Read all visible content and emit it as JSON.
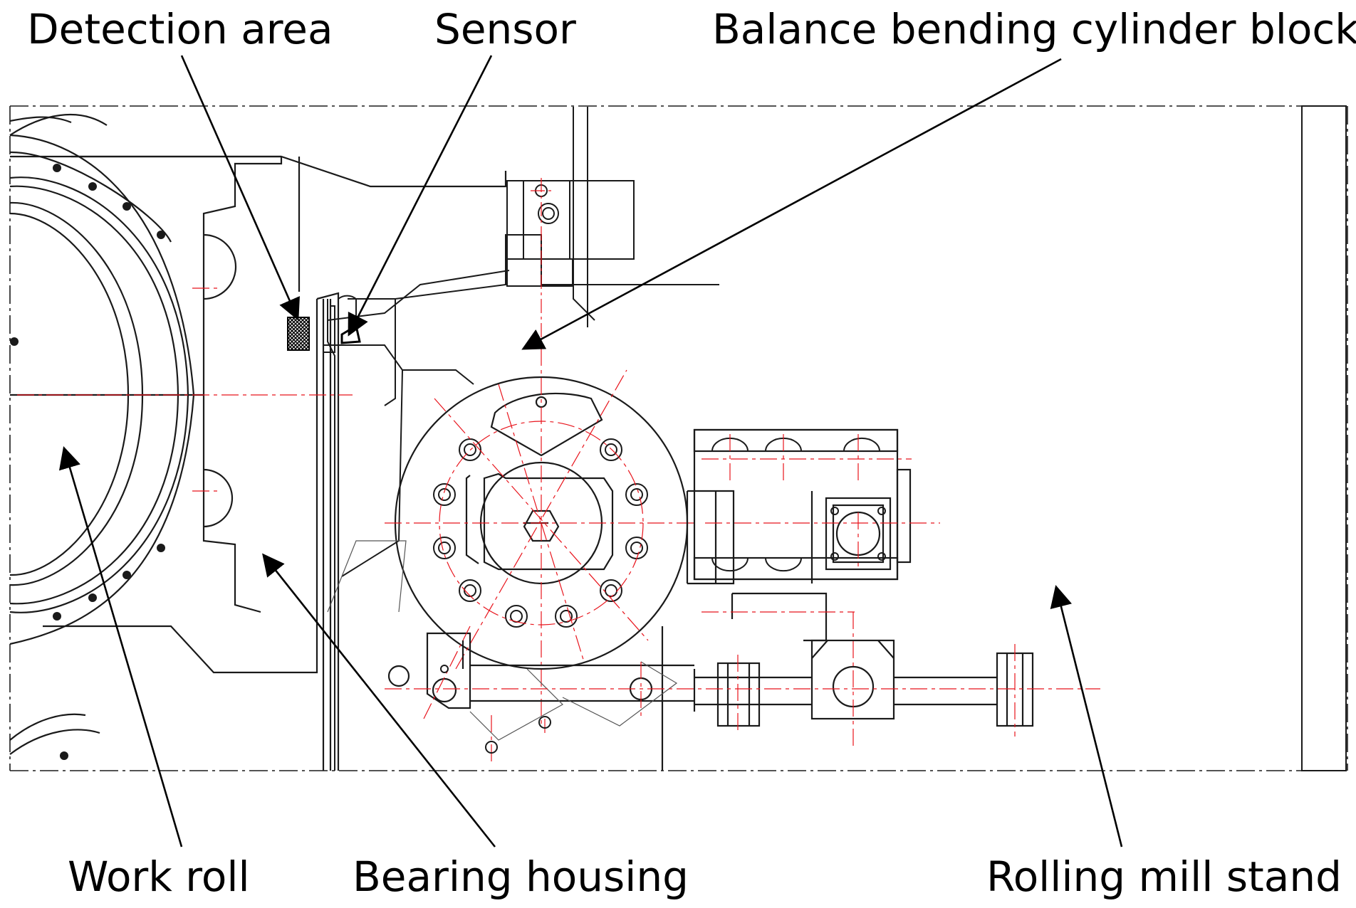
{
  "colors": {
    "outline": "#1a1a1a",
    "centerline": "#e8141c",
    "background": "#ffffff"
  },
  "labels": {
    "detection_area": "Detection area",
    "sensor": "Sensor",
    "balance_block": "Balance bending cylinder block",
    "work_roll": "Work roll",
    "bearing_housing": "Bearing housing",
    "rolling_mill_stand": "Rolling mill stand"
  }
}
